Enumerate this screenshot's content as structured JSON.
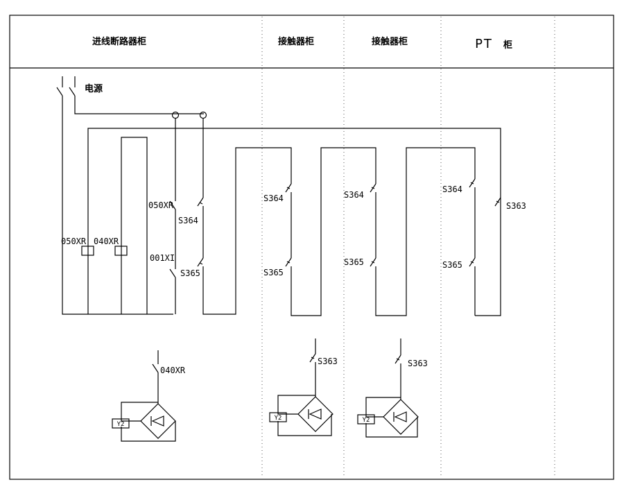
{
  "headers": {
    "col1": "进线断路器柜",
    "col2": "接触器柜",
    "col3": "接触器柜",
    "col4": "PT",
    "col4_suffix": "柜"
  },
  "power_label": "电源",
  "labels": {
    "c1_050XR": "050XR",
    "c1_040XR": "040XR",
    "c2_050XR": "050XR",
    "c2_S364": "S364",
    "c2_001XI": "001XI",
    "c2_S365": "S365",
    "c3_S364": "S364",
    "c3_S365": "S365",
    "c4_S364": "S364",
    "c4_S365": "S365",
    "c5_S364": "S364",
    "c5_S365": "S365",
    "c5_S363": "S363",
    "b1_040XR": "040XR",
    "b2_S363": "S363",
    "b3_S363": "S363",
    "y1": "Y2",
    "y2": "Y2",
    "y3": "Y2"
  }
}
